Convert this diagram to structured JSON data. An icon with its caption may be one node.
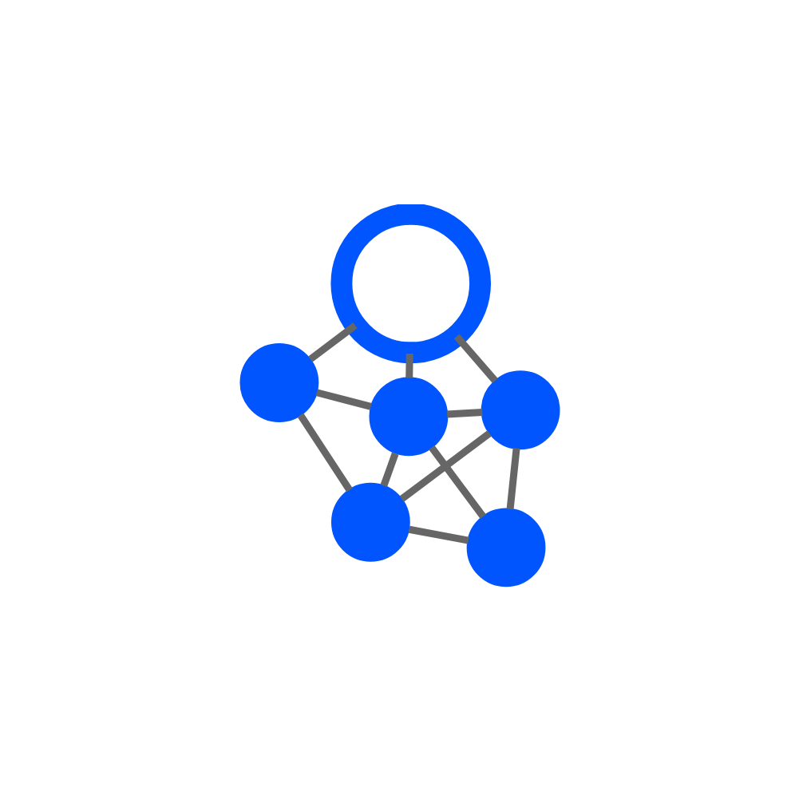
{
  "diagram": {
    "nodes": [
      {
        "text": [],
        "shape": "circle"
      },
      {
        "text": [],
        "shape": "circle"
      },
      {
        "text": [],
        "shape": "circle"
      },
      {
        "text": [],
        "shape": "ring"
      },
      {
        "text": [],
        "shape": "circle"
      },
      {
        "text": [],
        "shape": "circle"
      }
    ],
    "edges": [
      {
        "from": 0,
        "to": 3,
        "arrow": "none"
      },
      {
        "from": 0,
        "to": 1,
        "arrow": "none"
      },
      {
        "from": 0,
        "to": 5,
        "arrow": "none"
      },
      {
        "from": 1,
        "to": 3,
        "arrow": "none"
      },
      {
        "from": 1,
        "to": 4,
        "arrow": "none"
      },
      {
        "from": 1,
        "to": 5,
        "arrow": "none"
      },
      {
        "from": 1,
        "to": 2,
        "arrow": "none"
      },
      {
        "from": 2,
        "to": 4,
        "arrow": "none"
      },
      {
        "from": 2,
        "to": 5,
        "arrow": "none"
      },
      {
        "from": 3,
        "to": 4,
        "arrow": "none"
      },
      {
        "from": 4,
        "to": 5,
        "arrow": "none"
      }
    ]
  }
}
